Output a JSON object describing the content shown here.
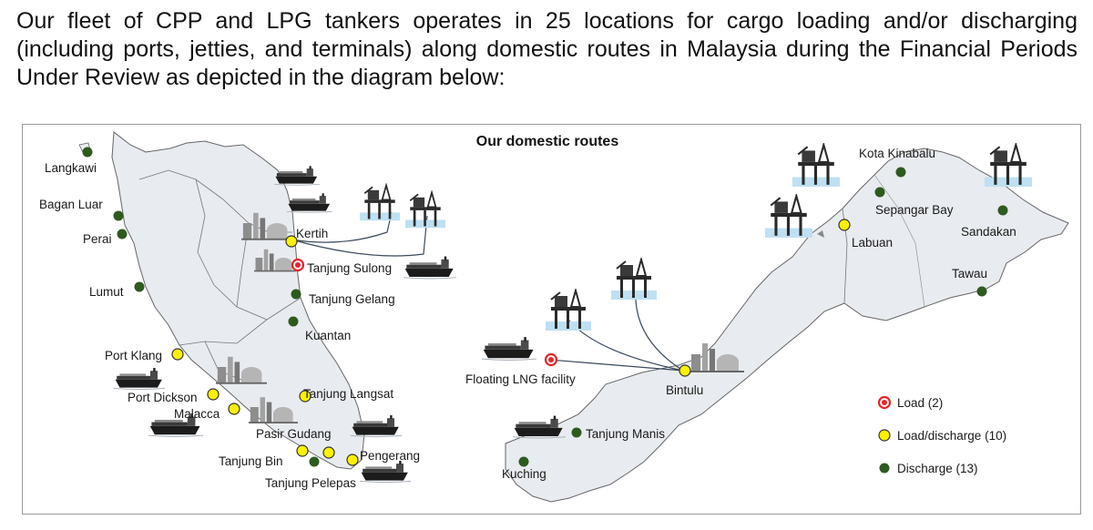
{
  "intro_text": "Our fleet of CPP and LPG tankers operates in 25 locations for cargo loading and/or discharging (including ports, jetties, and terminals) along domestic routes in Malaysia during the Financial Periods Under Review as depicted in the diagram below:",
  "map": {
    "title": "Our domestic routes",
    "colors": {
      "load": "#e5262a",
      "load_discharge": "#fff100",
      "discharge": "#2e5a1f",
      "land": "#e8ebef",
      "coast": "#666666",
      "route": "#3a4a5c"
    },
    "locations": [
      {
        "id": "langkawi",
        "name": "Langkawi",
        "type": "discharge"
      },
      {
        "id": "bagan-luar",
        "name": "Bagan Luar",
        "type": "discharge"
      },
      {
        "id": "perai",
        "name": "Perai",
        "type": "discharge"
      },
      {
        "id": "lumut",
        "name": "Lumut",
        "type": "discharge"
      },
      {
        "id": "port-klang",
        "name": "Port Klang",
        "type": "load_discharge"
      },
      {
        "id": "port-dickson",
        "name": "Port Dickson",
        "type": "load_discharge"
      },
      {
        "id": "malacca",
        "name": "Malacca",
        "type": "load_discharge"
      },
      {
        "id": "kertih",
        "name": "Kertih",
        "type": "load_discharge"
      },
      {
        "id": "tanjung-sulong",
        "name": "Tanjung Sulong",
        "type": "load"
      },
      {
        "id": "tanjung-gelang",
        "name": "Tanjung Gelang",
        "type": "discharge"
      },
      {
        "id": "kuantan",
        "name": "Kuantan",
        "type": "discharge"
      },
      {
        "id": "tanjung-langsat",
        "name": "Tanjung Langsat",
        "type": "load_discharge"
      },
      {
        "id": "pasir-gudang",
        "name": "Pasir Gudang",
        "type": "load_discharge"
      },
      {
        "id": "pengerang",
        "name": "Pengerang",
        "type": "load_discharge"
      },
      {
        "id": "tanjung-bin",
        "name": "Tanjung Bin",
        "type": "load_discharge"
      },
      {
        "id": "tanjung-pelepas",
        "name": "Tanjung Pelepas",
        "type": "discharge"
      },
      {
        "id": "floating-lng",
        "name": "Floating LNG facility",
        "type": "load"
      },
      {
        "id": "bintulu",
        "name": "Bintulu",
        "type": "load_discharge"
      },
      {
        "id": "tanjung-manis",
        "name": "Tanjung Manis",
        "type": "discharge"
      },
      {
        "id": "kuching",
        "name": "Kuching",
        "type": "discharge"
      },
      {
        "id": "labuan",
        "name": "Labuan",
        "type": "load_discharge"
      },
      {
        "id": "kota-kinabalu",
        "name": "Kota Kinabalu",
        "type": "discharge"
      },
      {
        "id": "sepangar-bay",
        "name": "Sepangar Bay",
        "type": "discharge"
      },
      {
        "id": "sandakan",
        "name": "Sandakan",
        "type": "discharge"
      },
      {
        "id": "tawau",
        "name": "Tawau",
        "type": "discharge"
      }
    ],
    "legend": [
      {
        "type": "load",
        "label": "Load (2)"
      },
      {
        "type": "load_discharge",
        "label": "Load/discharge (10)"
      },
      {
        "type": "discharge",
        "label": "Discharge (13)"
      }
    ],
    "icons": [
      "tanker-ship-icon",
      "oil-platform-icon",
      "refinery-icon"
    ]
  }
}
